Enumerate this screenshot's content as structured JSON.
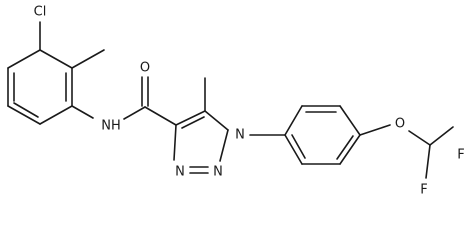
{
  "molecule": {
    "atoms": {
      "cl": "Cl",
      "o_carbonyl": "O",
      "nh": "NH",
      "n_triazole_1": "N",
      "n_triazole_2": "N",
      "n_triazole_3": "N",
      "o_ether": "O",
      "f_top": "F",
      "f_bottom": "F"
    }
  }
}
